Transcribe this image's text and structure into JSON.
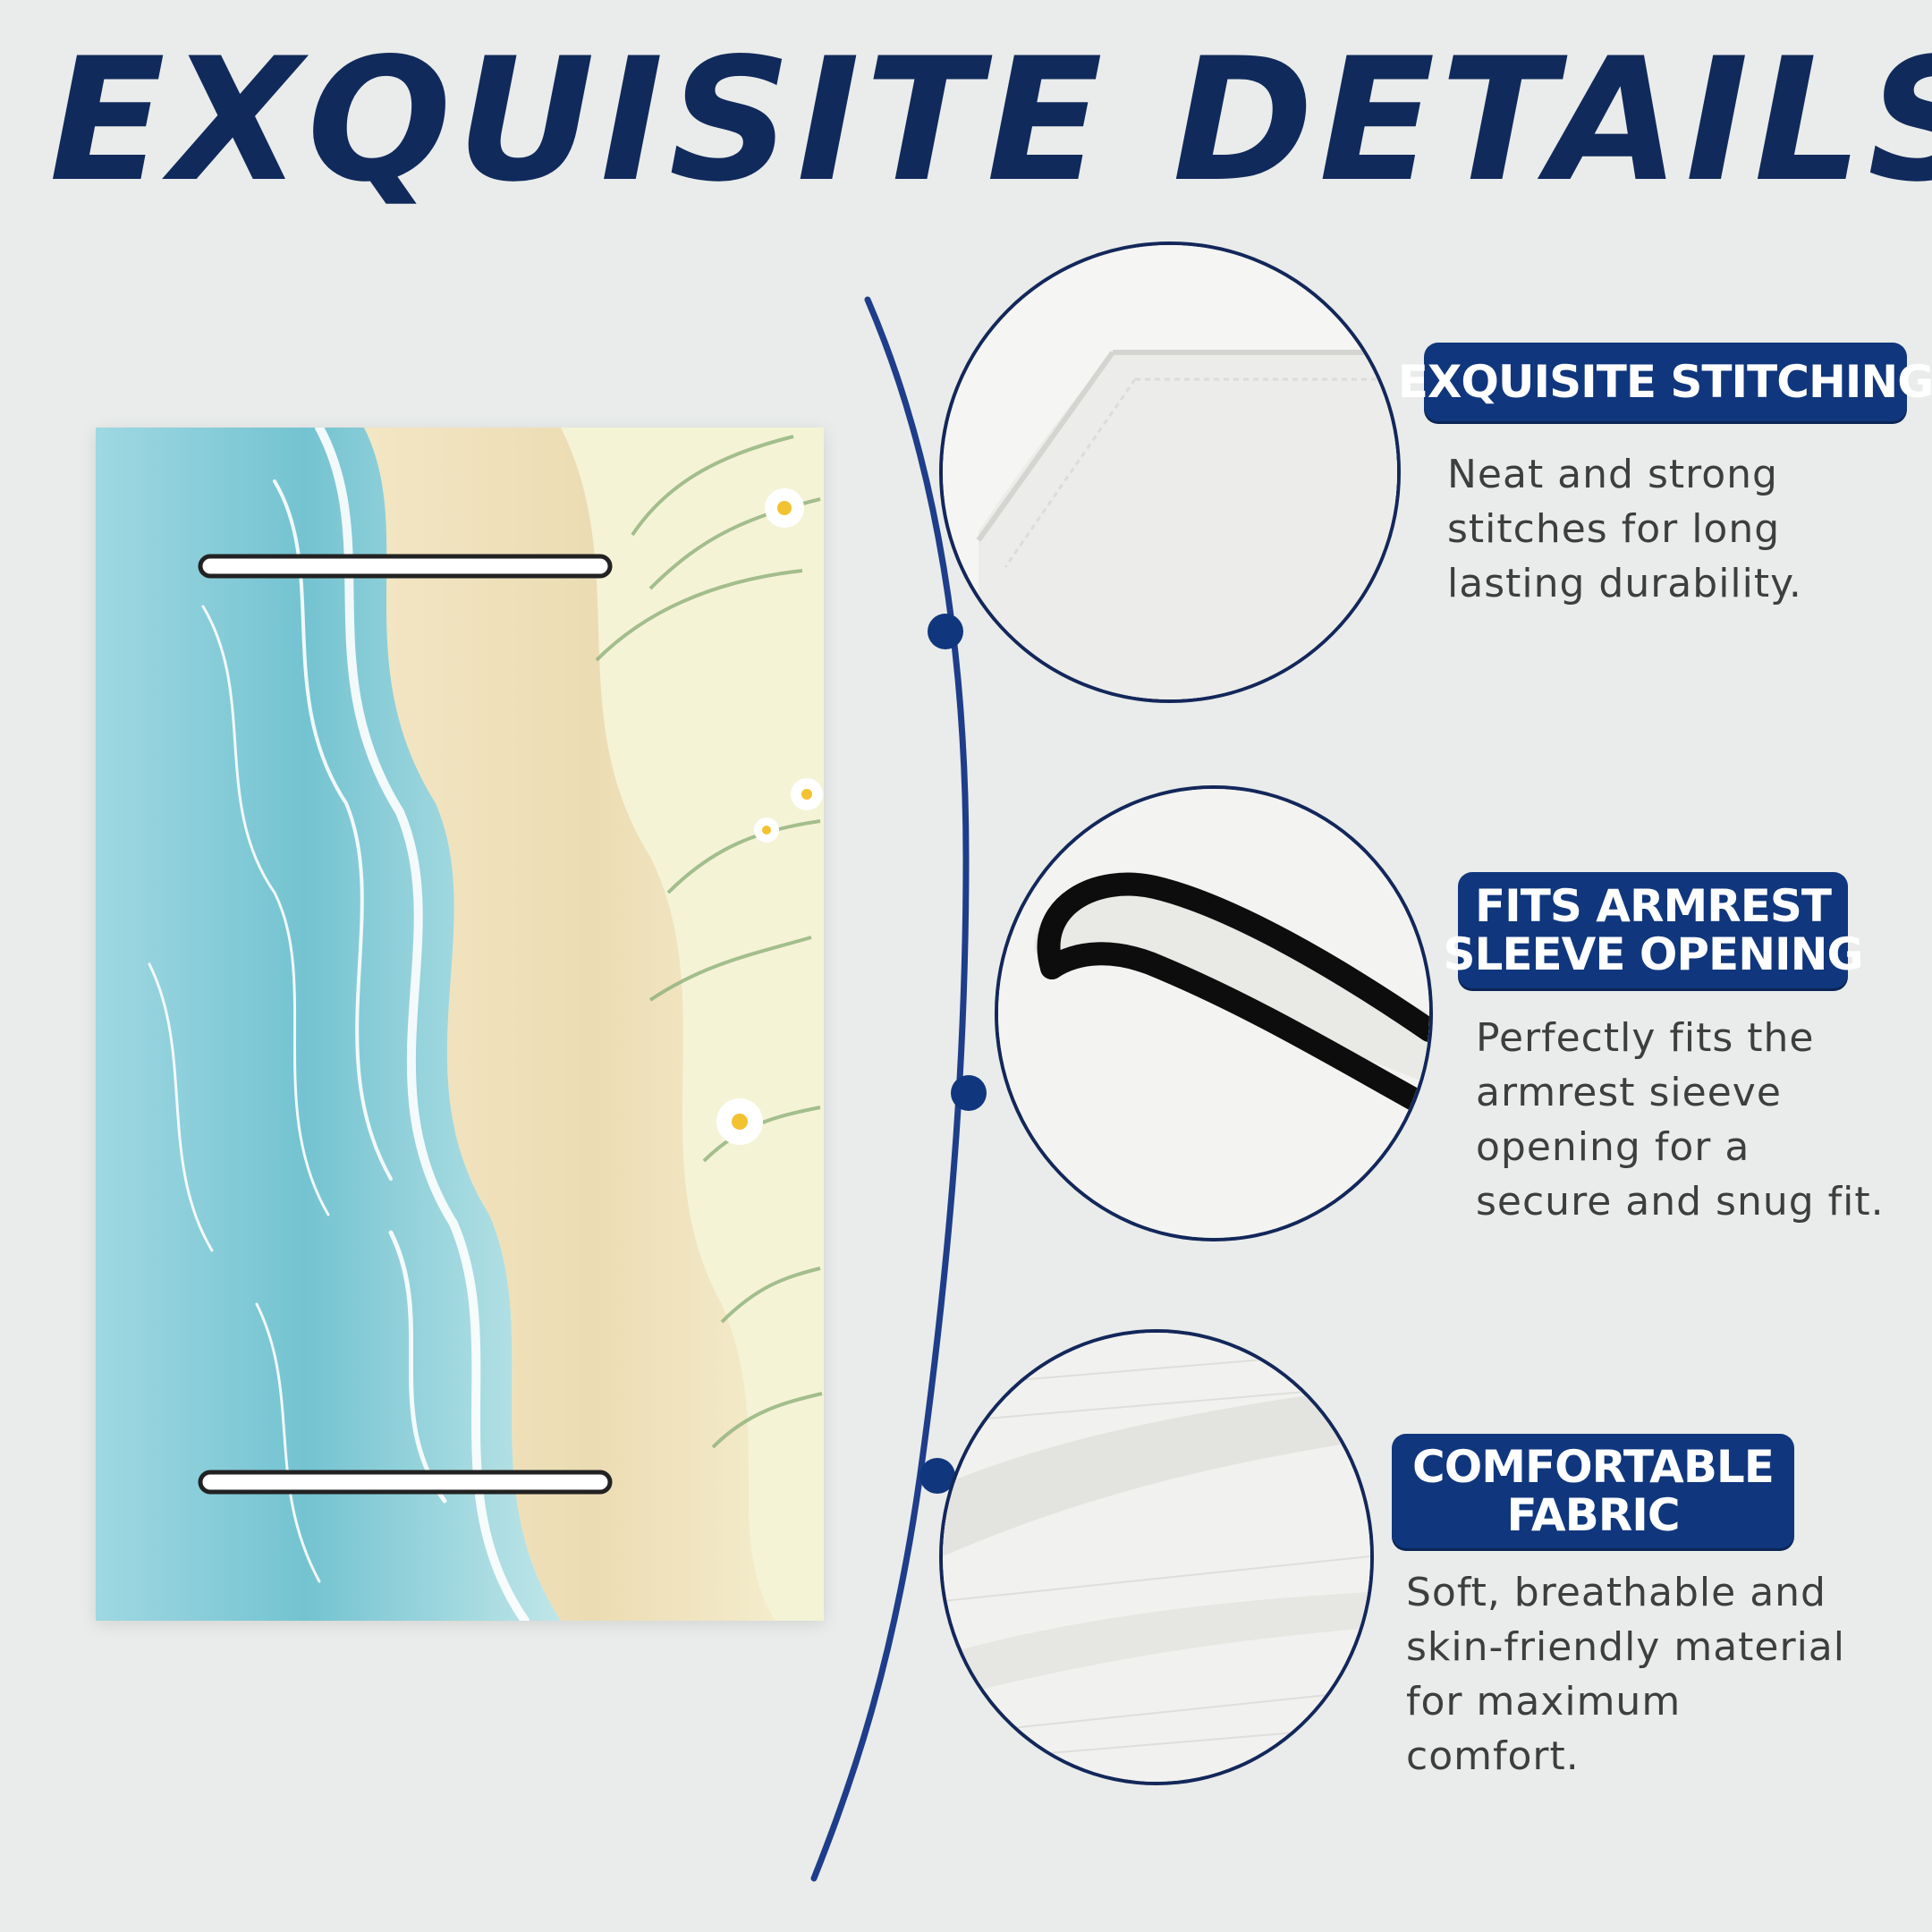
{
  "title": "EXQUISITE DETAILS",
  "colors": {
    "navy": "#112a5c",
    "badge_blue": "#10377d",
    "background": "#e9ecea",
    "water": "#8fd0dc",
    "sand": "#eedfb8"
  },
  "product_image": {
    "icon": "beach-watercolor-armrest-cover-image"
  },
  "features": [
    {
      "badge_lines": [
        "EXQUISITE STITCHING"
      ],
      "description_lines": [
        "Neat and strong",
        "stitches for long",
        "lasting durability."
      ],
      "image_icon": "stitched-hem-closeup-image"
    },
    {
      "badge_lines": [
        "FITS ARMREST",
        "SLEEVE OPENING"
      ],
      "description_lines": [
        "Perfectly fits the",
        "armrest sieeve",
        "opening for a",
        "secure and snug fit."
      ],
      "image_icon": "elastic-sleeve-opening-closeup-image"
    },
    {
      "badge_lines": [
        "COMFORTABLE",
        "FABRIC"
      ],
      "description_lines": [
        "Soft, breathable and",
        "skin-friendly material",
        "for maximum",
        "comfort."
      ],
      "image_icon": "fabric-texture-closeup-image"
    }
  ]
}
